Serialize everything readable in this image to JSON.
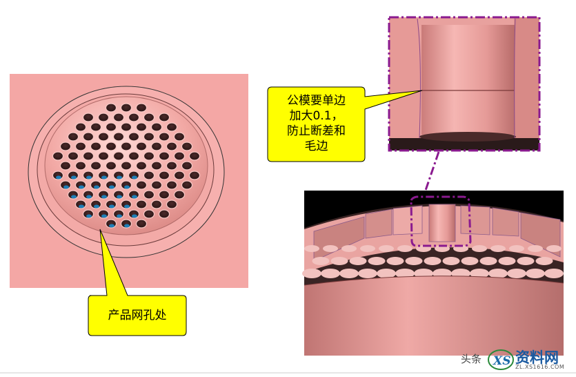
{
  "callouts": {
    "mesh_label": "产品网孔处",
    "core_note_lines": [
      "公模要单边",
      "加大0.1，",
      "防止断差和",
      "毛边"
    ]
  },
  "watermark": {
    "prefix": "头条",
    "brand": "资料网",
    "url": "ZL.XS1616.COM"
  },
  "colors": {
    "part_pink": "#f4a7a5",
    "model_pink": "#e29593",
    "callout_fill": "#ffff00",
    "dash_purple": "#8a1a8f",
    "hole_blue": "#1e7fb8"
  },
  "icons": {
    "watermark_logo": "xs-logo-icon"
  }
}
